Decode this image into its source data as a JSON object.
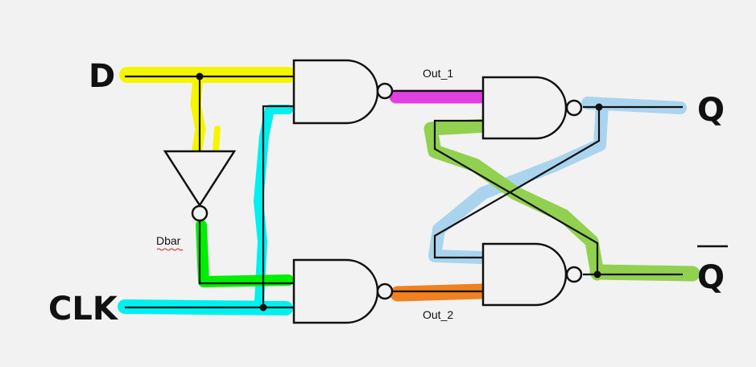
{
  "diagram": {
    "labels": {
      "d": "D",
      "clk": "CLK",
      "q": "Q",
      "qbar": "Q",
      "dbar": "Dbar",
      "out1": "Out_1",
      "out2": "Out_2"
    },
    "highlight_colors": {
      "d_path": "#f5f500",
      "clk_path": "#00f0f0",
      "dbar_path": "#00ee00",
      "out1_path": "#e040e0",
      "out2_path": "#f08020",
      "q_feedback": "#aad4ee",
      "qbar_feedback": "#92d050"
    },
    "components": [
      "NAND gate",
      "NAND gate",
      "NAND gate",
      "NAND gate",
      "NOT gate"
    ]
  }
}
